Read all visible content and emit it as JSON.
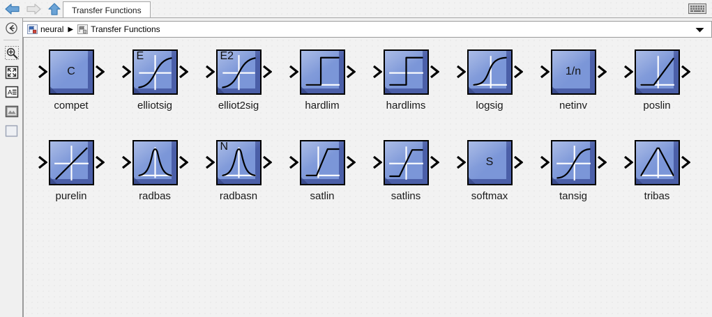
{
  "window": {
    "tab_label": "Transfer Functions",
    "keyboard_icon": "keyboard-icon",
    "nav": {
      "back_icon": "back-arrow-icon",
      "forward_icon": "forward-arrow-icon",
      "up_icon": "up-arrow-icon"
    }
  },
  "toolstrip": {
    "items": [
      {
        "name": "navigate-back-icon",
        "label": ""
      },
      {
        "name": "zoom-in-icon",
        "label": ""
      },
      {
        "name": "fit-to-view-icon",
        "label": ""
      },
      {
        "name": "text-annotation-icon",
        "label": ""
      },
      {
        "name": "image-annotation-icon",
        "label": ""
      },
      {
        "name": "area-rectangle-icon",
        "label": ""
      }
    ]
  },
  "breadcrumb": {
    "items": [
      {
        "label": "neural",
        "icon": "library-icon-color"
      },
      {
        "label": "Transfer Functions",
        "icon": "library-icon-gray"
      }
    ],
    "separator": "▶",
    "caret_icon": "chevron-down-icon"
  },
  "colors": {
    "block_fill": "#7b96d8",
    "block_shade": "#4b5fa8",
    "block_border": "#000000",
    "canvas_bg": "#f2f2f2",
    "curve": "#000000",
    "axis": "#ffffff"
  },
  "library": {
    "blocks": [
      {
        "caption": "compet",
        "glyph": "C",
        "corner": "",
        "plot": "none"
      },
      {
        "caption": "elliotsig",
        "glyph": "",
        "corner": "E",
        "plot": "sigmoid-centered"
      },
      {
        "caption": "elliot2sig",
        "glyph": "",
        "corner": "E2",
        "plot": "sigmoid-centered"
      },
      {
        "caption": "hardlim",
        "glyph": "",
        "corner": "",
        "plot": "hardlim"
      },
      {
        "caption": "hardlims",
        "glyph": "",
        "corner": "",
        "plot": "hardlims"
      },
      {
        "caption": "logsig",
        "glyph": "",
        "corner": "",
        "plot": "logsig"
      },
      {
        "caption": "netinv",
        "glyph": "1/n",
        "corner": "",
        "plot": "none"
      },
      {
        "caption": "poslin",
        "glyph": "",
        "corner": "",
        "plot": "poslin"
      },
      {
        "caption": "purelin",
        "glyph": "",
        "corner": "",
        "plot": "purelin"
      },
      {
        "caption": "radbas",
        "glyph": "",
        "corner": "",
        "plot": "radbas"
      },
      {
        "caption": "radbasn",
        "glyph": "",
        "corner": "N",
        "plot": "radbas"
      },
      {
        "caption": "satlin",
        "glyph": "",
        "corner": "",
        "plot": "satlin"
      },
      {
        "caption": "satlins",
        "glyph": "",
        "corner": "",
        "plot": "satlins"
      },
      {
        "caption": "softmax",
        "glyph": "S",
        "corner": "",
        "plot": "none"
      },
      {
        "caption": "tansig",
        "glyph": "",
        "corner": "",
        "plot": "tansig"
      },
      {
        "caption": "tribas",
        "glyph": "",
        "corner": "",
        "plot": "tribas"
      }
    ]
  }
}
